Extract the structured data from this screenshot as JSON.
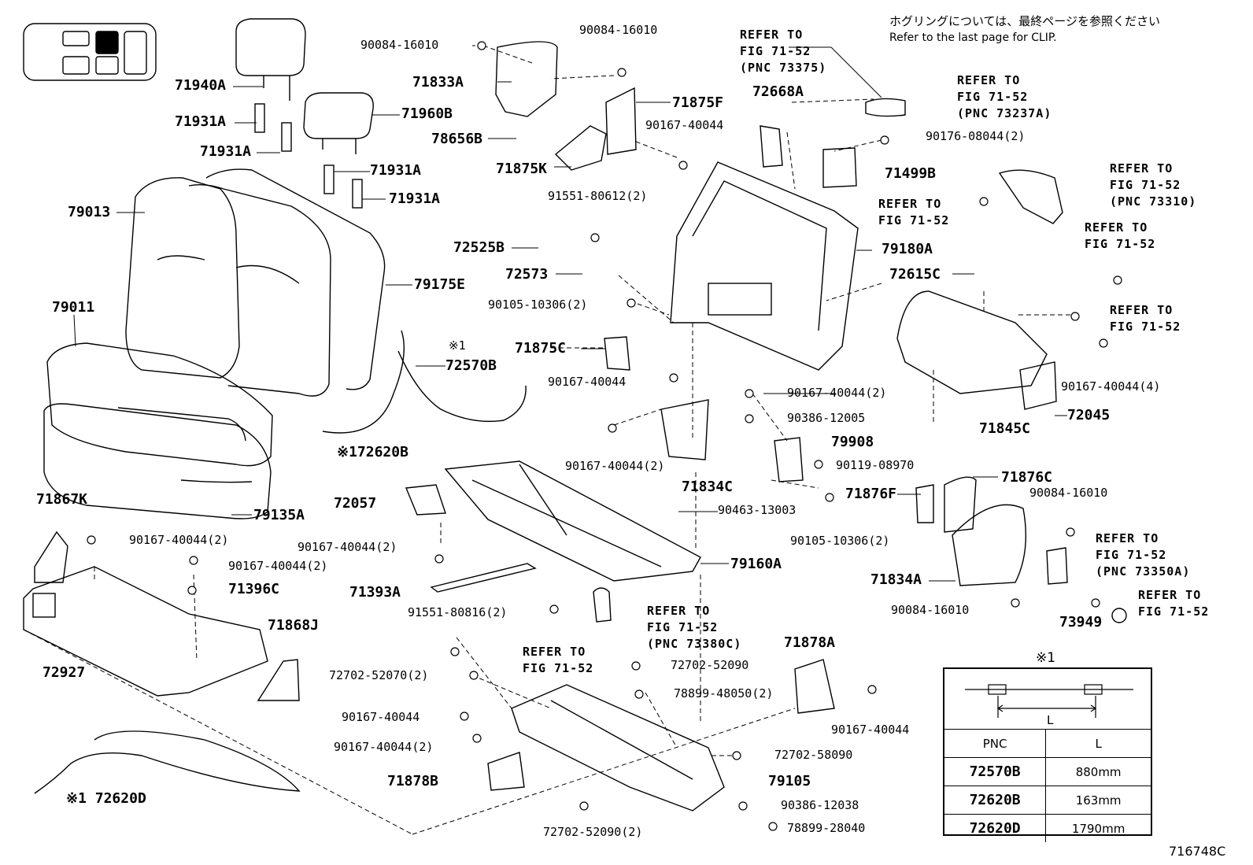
{
  "notice": {
    "japanese": "ホグリングについては、最終ページを参照ください",
    "english": "Refer to the last page for CLIP."
  },
  "figure_code": "716748C",
  "callouts": [
    {
      "id": "c1",
      "text": "71940A",
      "cls": "pn"
    },
    {
      "id": "c2",
      "text": "71931A",
      "cls": "pn"
    },
    {
      "id": "c3",
      "text": "71931A",
      "cls": "pn"
    },
    {
      "id": "c4",
      "text": "71931A",
      "cls": "pn"
    },
    {
      "id": "c5",
      "text": "71931A",
      "cls": "pn"
    },
    {
      "id": "c6",
      "text": "71960B",
      "cls": "pn"
    },
    {
      "id": "c7",
      "text": "79013",
      "cls": "pn"
    },
    {
      "id": "c8",
      "text": "79011",
      "cls": "pn"
    },
    {
      "id": "c9",
      "text": "79175E",
      "cls": "pn"
    },
    {
      "id": "c10",
      "text": "79135A",
      "cls": "pn"
    },
    {
      "id": "c11",
      "text": "71867K",
      "cls": "pn"
    },
    {
      "id": "c12",
      "text": "72927",
      "cls": "pn"
    },
    {
      "id": "c13",
      "text": "71868J",
      "cls": "pn"
    },
    {
      "id": "c14",
      "text": "71396C",
      "cls": "pn"
    },
    {
      "id": "c15",
      "text": "90167-40044(2)",
      "cls": "pf"
    },
    {
      "id": "c16",
      "text": "90167-40044(2)",
      "cls": "pf"
    },
    {
      "id": "c17",
      "text": "※172620B",
      "cls": "pn"
    },
    {
      "id": "c18",
      "text": "※1 72620D",
      "cls": "pn"
    },
    {
      "id": "c19",
      "text": "90084-16010",
      "cls": "pf"
    },
    {
      "id": "c20",
      "text": "90084-16010",
      "cls": "pf"
    },
    {
      "id": "c21",
      "text": "71833A",
      "cls": "pn"
    },
    {
      "id": "c22",
      "text": "71875F",
      "cls": "pn"
    },
    {
      "id": "c23",
      "text": "90167-40044",
      "cls": "pf"
    },
    {
      "id": "c24",
      "text": "78656B",
      "cls": "pn"
    },
    {
      "id": "c25",
      "text": "71875K",
      "cls": "pn"
    },
    {
      "id": "c26",
      "text": "91551-80612(2)",
      "cls": "pf"
    },
    {
      "id": "c27",
      "text": "72525B",
      "cls": "pn"
    },
    {
      "id": "c28",
      "text": "72573",
      "cls": "pn"
    },
    {
      "id": "c29",
      "text": "90105-10306(2)",
      "cls": "pf"
    },
    {
      "id": "c30",
      "text": "※1",
      "cls": "pf"
    },
    {
      "id": "c31",
      "text": "72570B",
      "cls": "pn"
    },
    {
      "id": "c32",
      "text": "71875C",
      "cls": "pn"
    },
    {
      "id": "c33",
      "text": "90167-40044",
      "cls": "pf"
    },
    {
      "id": "c34",
      "text": "90167-40044(2)",
      "cls": "pf"
    },
    {
      "id": "c35",
      "text": "71834C",
      "cls": "pn"
    },
    {
      "id": "c36",
      "text": "72057",
      "cls": "pn"
    },
    {
      "id": "c37",
      "text": "90167-40044(2)",
      "cls": "pf"
    },
    {
      "id": "c38",
      "text": "71393A",
      "cls": "pn"
    },
    {
      "id": "c39",
      "text": "90463-13003",
      "cls": "pf"
    },
    {
      "id": "c40",
      "text": "79160A",
      "cls": "pn"
    },
    {
      "id": "c41",
      "text": "91551-80816(2)",
      "cls": "pf"
    },
    {
      "id": "c42",
      "text": "72702-52070(2)",
      "cls": "pf"
    },
    {
      "id": "c43",
      "text": "90167-40044",
      "cls": "pf"
    },
    {
      "id": "c44",
      "text": "90167-40044(2)",
      "cls": "pf"
    },
    {
      "id": "c45",
      "text": "71878B",
      "cls": "pn"
    },
    {
      "id": "c46",
      "text": "72702-52090(2)",
      "cls": "pf"
    },
    {
      "id": "c47",
      "text": "72702-52090",
      "cls": "pf"
    },
    {
      "id": "c48",
      "text": "78899-48050(2)",
      "cls": "pf"
    },
    {
      "id": "c49",
      "text": "71878A",
      "cls": "pn"
    },
    {
      "id": "c50",
      "text": "90167-40044",
      "cls": "pf"
    },
    {
      "id": "c51",
      "text": "72702-58090",
      "cls": "pf"
    },
    {
      "id": "c52",
      "text": "79105",
      "cls": "pn"
    },
    {
      "id": "c53",
      "text": "90386-12038",
      "cls": "pf"
    },
    {
      "id": "c54",
      "text": "78899-28040",
      "cls": "pf"
    },
    {
      "id": "c55",
      "text": "72668A",
      "cls": "pn"
    },
    {
      "id": "c56",
      "text": "90176-08044(2)",
      "cls": "pf"
    },
    {
      "id": "c57",
      "text": "71499B",
      "cls": "pn"
    },
    {
      "id": "c58",
      "text": "79180A",
      "cls": "pn"
    },
    {
      "id": "c59",
      "text": "72615C",
      "cls": "pn"
    },
    {
      "id": "c60",
      "text": "90167-40044(2)",
      "cls": "pf"
    },
    {
      "id": "c61",
      "text": "90386-12005",
      "cls": "pf"
    },
    {
      "id": "c62",
      "text": "79908",
      "cls": "pn"
    },
    {
      "id": "c63",
      "text": "90119-08970",
      "cls": "pf"
    },
    {
      "id": "c64",
      "text": "71876F",
      "cls": "pn"
    },
    {
      "id": "c65",
      "text": "90105-10306(2)",
      "cls": "pf"
    },
    {
      "id": "c66",
      "text": "71876C",
      "cls": "pn"
    },
    {
      "id": "c67",
      "text": "90084-16010",
      "cls": "pf"
    },
    {
      "id": "c68",
      "text": "71834A",
      "cls": "pn"
    },
    {
      "id": "c69",
      "text": "90084-16010",
      "cls": "pf"
    },
    {
      "id": "c70",
      "text": "73949",
      "cls": "pn"
    },
    {
      "id": "c71",
      "text": "90167-40044(4)",
      "cls": "pf"
    },
    {
      "id": "c72",
      "text": "71845C",
      "cls": "pn"
    },
    {
      "id": "c73",
      "text": "72045",
      "cls": "pn"
    }
  ],
  "references": [
    {
      "id": "r1",
      "lines": [
        "REFER TO",
        "FIG 71-52",
        "(PNC 73375)"
      ]
    },
    {
      "id": "r2",
      "lines": [
        "REFER TO",
        "FIG 71-52",
        "(PNC 73237A)"
      ]
    },
    {
      "id": "r3",
      "lines": [
        "REFER TO",
        "FIG 71-52",
        "(PNC 73310)"
      ]
    },
    {
      "id": "r4",
      "lines": [
        "REFER TO",
        "FIG 71-52"
      ]
    },
    {
      "id": "r5",
      "lines": [
        "REFER TO",
        "FIG 71-52"
      ]
    },
    {
      "id": "r6",
      "lines": [
        "REFER TO",
        "FIG 71-52"
      ]
    },
    {
      "id": "r7",
      "lines": [
        "REFER TO",
        "FIG 71-52",
        "(PNC 73380C)"
      ]
    },
    {
      "id": "r8",
      "lines": [
        "REFER TO",
        "FIG 71-52"
      ]
    },
    {
      "id": "r9",
      "lines": [
        "REFER TO",
        "FIG 71-52",
        "(PNC 73350A)"
      ]
    },
    {
      "id": "r10",
      "lines": [
        "REFER TO",
        "FIG 71-52"
      ]
    }
  ],
  "key_table": {
    "mark": "※1",
    "dimension_label": "L",
    "header_pnc": "PNC",
    "header_l": "L",
    "rows": [
      {
        "pnc": "72570B",
        "l": "880mm"
      },
      {
        "pnc": "72620B",
        "l": "163mm"
      },
      {
        "pnc": "72620D",
        "l": "1790mm"
      }
    ]
  }
}
